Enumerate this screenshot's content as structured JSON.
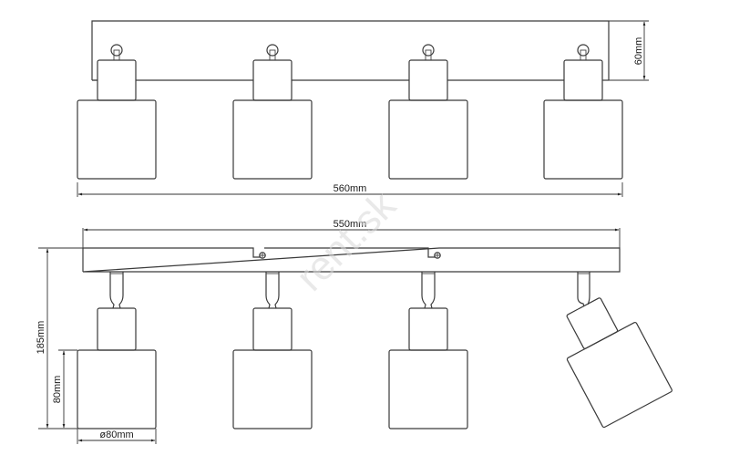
{
  "diagram": {
    "title": "Ceiling spotlight dimensional drawing",
    "top_view": {
      "view": "front view (ceiling plate)",
      "lamp_count": 4,
      "dimensions": {
        "overall_width": "560mm",
        "plate_height": "60mm"
      }
    },
    "side_view": {
      "view": "side view (mounting bar)",
      "lamp_count": 4,
      "tilted_lamp_index": 4,
      "dimensions": {
        "bar_length": "550mm",
        "total_height": "185mm",
        "shade_height": "80mm",
        "shade_diameter": "ø80mm"
      }
    },
    "watermark": "rent.sk",
    "colors": {
      "line": "#3a3a3a",
      "background": "#ffffff"
    }
  }
}
